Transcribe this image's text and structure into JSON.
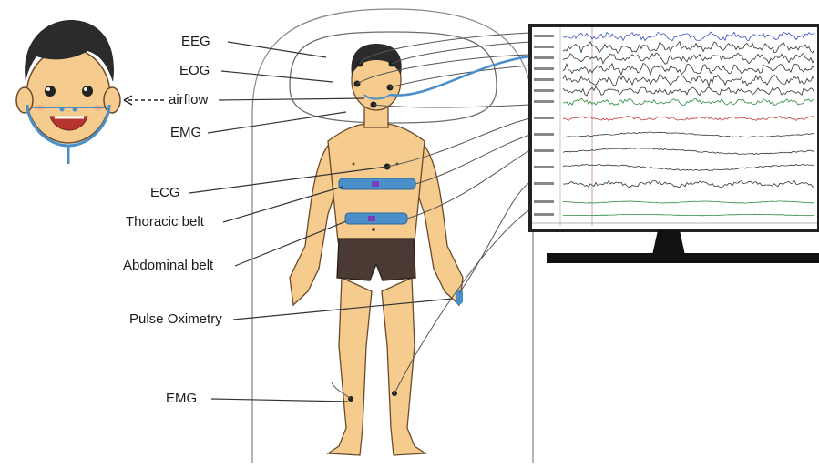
{
  "labels": {
    "eeg": "EEG",
    "eog": "EOG",
    "airflow": "airflow",
    "emg_face": "EMG",
    "ecg": "ECG",
    "thoracic_belt": "Thoracic belt",
    "abdominal_belt": "Abdominal belt",
    "pulse_oximetry": "Pulse Oximetry",
    "emg_leg": "EMG"
  },
  "colors": {
    "skin": "#f6cb8e",
    "skin_outline": "#6b4a2b",
    "hair": "#2b2b2b",
    "shorts": "#4a3a33",
    "belt": "#4a8fc9",
    "belt_marker": "#7a3fb8",
    "tube": "#4a8fc9",
    "lead_line": "#3a3a3a",
    "monitor_stand": "#111111",
    "trace_black": "#333333",
    "trace_blue": "#3b4fbf",
    "trace_red": "#c43c3c",
    "trace_green": "#2e8b3e"
  }
}
